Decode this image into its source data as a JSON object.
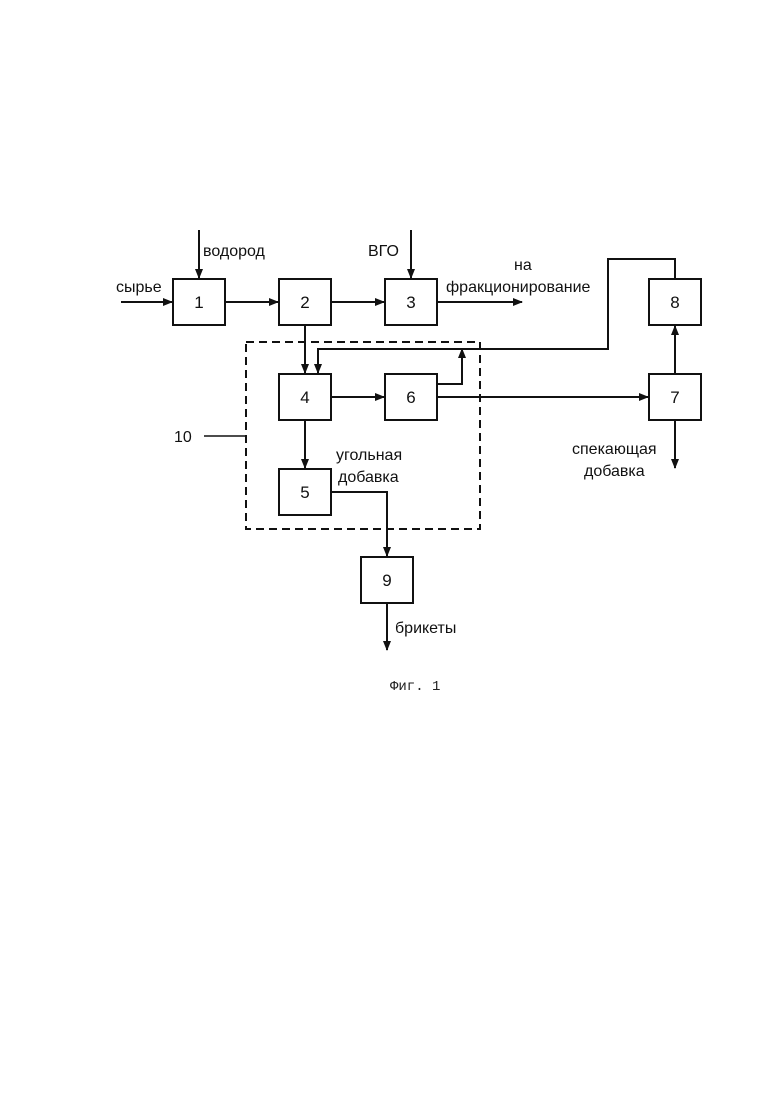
{
  "blocks": {
    "b1": "1",
    "b2": "2",
    "b3": "3",
    "b4": "4",
    "b5": "5",
    "b6": "6",
    "b7": "7",
    "b8": "8",
    "b9": "9"
  },
  "labels": {
    "raw": "сырье",
    "hydrogen": "водород",
    "vgo": "ВГО",
    "fraction_1": "на",
    "fraction_2": "фракционирование",
    "coal_1": "угольная",
    "coal_2": "добавка",
    "sinter_1": "спекающая",
    "sinter_2": "добавка",
    "briquettes": "брикеты",
    "group_number": "10"
  },
  "caption": "Фиг. 1",
  "colors": {
    "line": "#111111",
    "background": "#ffffff"
  }
}
